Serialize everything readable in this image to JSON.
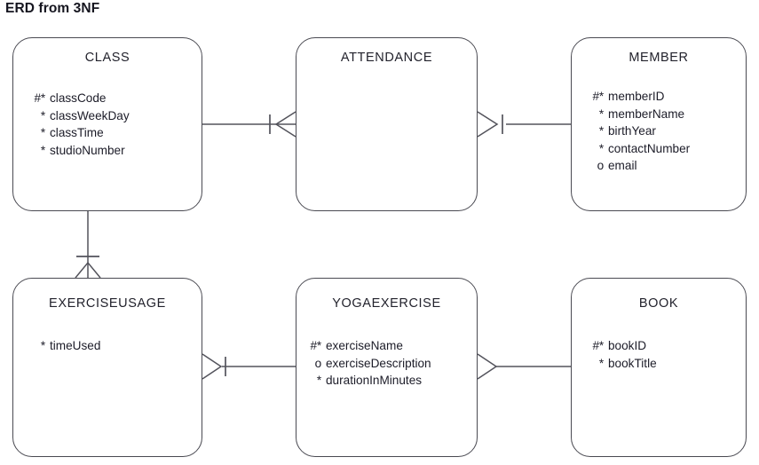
{
  "diagram": {
    "title": "ERD from 3NF",
    "notation": "crow's-foot / Barker ERD",
    "entities": [
      {
        "id": "class",
        "name": "CLASS",
        "attributes": [
          {
            "mark": "#*",
            "label": "classCode"
          },
          {
            "mark": "*",
            "label": "classWeekDay"
          },
          {
            "mark": "*",
            "label": "classTime"
          },
          {
            "mark": "*",
            "label": "studioNumber"
          }
        ]
      },
      {
        "id": "attendance",
        "name": "ATTENDANCE",
        "attributes": []
      },
      {
        "id": "member",
        "name": "MEMBER",
        "attributes": [
          {
            "mark": "#*",
            "label": "memberID"
          },
          {
            "mark": "*",
            "label": "memberName"
          },
          {
            "mark": "*",
            "label": "birthYear"
          },
          {
            "mark": "*",
            "label": "contactNumber"
          },
          {
            "mark": "o",
            "label": "email"
          }
        ]
      },
      {
        "id": "exerciseusage",
        "name": "EXERCISEUSAGE",
        "attributes": [
          {
            "mark": "*",
            "label": "timeUsed"
          }
        ]
      },
      {
        "id": "yogaexercise",
        "name": "YOGAEXERCISE",
        "attributes": [
          {
            "mark": "#*",
            "label": "exerciseName"
          },
          {
            "mark": "o",
            "label": "exerciseDescription"
          },
          {
            "mark": "*",
            "label": "durationInMinutes"
          }
        ]
      },
      {
        "id": "book",
        "name": "BOOK",
        "attributes": [
          {
            "mark": "#*",
            "label": "bookID"
          },
          {
            "mark": "*",
            "label": "bookTitle"
          }
        ]
      }
    ],
    "relationships": [
      {
        "id": "class-attendance",
        "from": "CLASS",
        "to": "ATTENDANCE"
      },
      {
        "id": "attendance-member",
        "from": "ATTENDANCE",
        "to": "MEMBER"
      },
      {
        "id": "class-exerciseusage",
        "from": "CLASS",
        "to": "EXERCISEUSAGE"
      },
      {
        "id": "exerciseusage-yogaexercise",
        "from": "EXERCISEUSAGE",
        "to": "YOGAEXERCISE"
      },
      {
        "id": "yogaexercise-book",
        "from": "YOGAEXERCISE",
        "to": "BOOK"
      }
    ],
    "colors": {
      "background": "#ffffff",
      "entity_border": "#4a4a52",
      "line": "#53535b",
      "text": "#1c1c28",
      "title_text": "#15151f"
    }
  }
}
